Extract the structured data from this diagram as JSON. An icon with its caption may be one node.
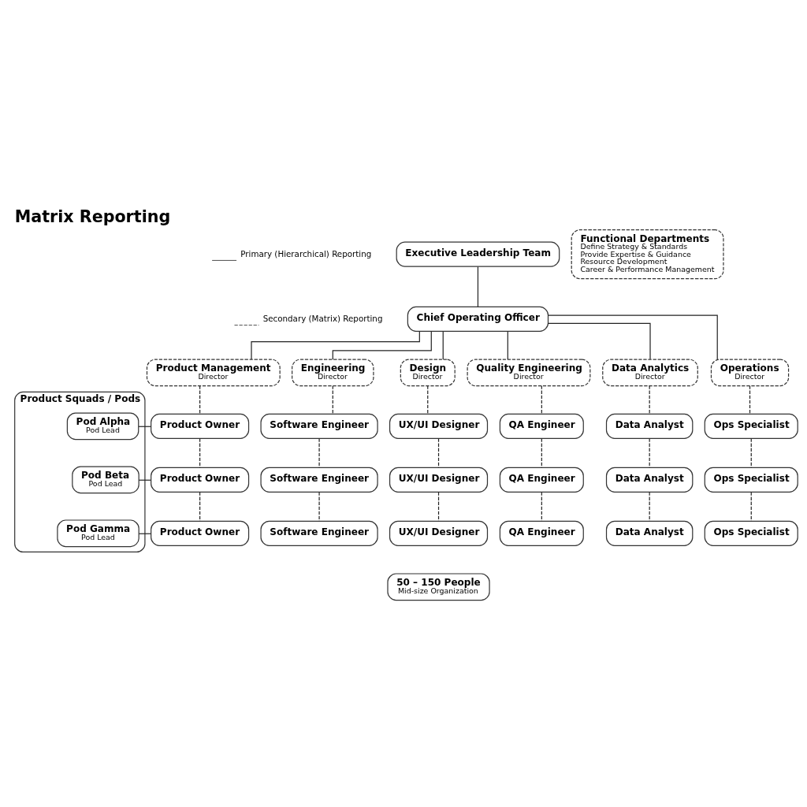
{
  "diagram": {
    "title": "Matrix Reporting",
    "nodes": [
      {
        "text": [
          "Executive Leadership Team"
        ]
      },
      {
        "text": [
          "Chief Operating Officer"
        ]
      },
      {
        "text": [
          "Functional Departments",
          "Define Strategy & Standards",
          "Provide Expertise & Guidance",
          "Resource Development",
          "Career & Performance Management"
        ]
      },
      {
        "text": [
          "Product Management",
          "Director"
        ]
      },
      {
        "text": [
          "Engineering",
          "Director"
        ]
      },
      {
        "text": [
          "Design",
          "Director"
        ]
      },
      {
        "text": [
          "Quality Engineering",
          "Director"
        ]
      },
      {
        "text": [
          "Data Analytics",
          "Director"
        ]
      },
      {
        "text": [
          "Operations",
          "Director"
        ]
      },
      {
        "text": [
          "Product Squads / Pods"
        ]
      },
      {
        "text": [
          "Pod Alpha",
          "Pod Lead"
        ],
        "in": 9
      },
      {
        "text": [
          "Pod Beta",
          "Pod Lead"
        ],
        "in": 9
      },
      {
        "text": [
          "Pod Gamma",
          "Pod Lead"
        ],
        "in": 9
      },
      {
        "text": [
          "Product Owner"
        ]
      },
      {
        "text": [
          "Software Engineer"
        ]
      },
      {
        "text": [
          "UX/UI Designer"
        ]
      },
      {
        "text": [
          "QA Engineer"
        ]
      },
      {
        "text": [
          "Data Analyst"
        ]
      },
      {
        "text": [
          "Ops Specialist"
        ]
      },
      {
        "text": [
          "Product Owner"
        ]
      },
      {
        "text": [
          "Software Engineer"
        ]
      },
      {
        "text": [
          "UX/UI Designer"
        ]
      },
      {
        "text": [
          "QA Engineer"
        ]
      },
      {
        "text": [
          "Data Analyst"
        ]
      },
      {
        "text": [
          "Ops Specialist"
        ]
      },
      {
        "text": [
          "Product Owner"
        ]
      },
      {
        "text": [
          "Software Engineer"
        ]
      },
      {
        "text": [
          "UX/UI Designer"
        ]
      },
      {
        "text": [
          "QA Engineer"
        ]
      },
      {
        "text": [
          "Data Analyst"
        ]
      },
      {
        "text": [
          "Ops Specialist"
        ]
      },
      {
        "text": [
          "50 – 150 People",
          "Mid-size Organization"
        ]
      }
    ],
    "edges": [
      {
        "from": 0,
        "to": 1,
        "arrow": "none"
      },
      {
        "from": 1,
        "to": 3,
        "arrow": "none"
      },
      {
        "from": 1,
        "to": 4,
        "arrow": "none"
      },
      {
        "from": 1,
        "to": 5,
        "arrow": "none"
      },
      {
        "from": 1,
        "to": 6,
        "arrow": "none"
      },
      {
        "from": 1,
        "to": 7,
        "arrow": "none"
      },
      {
        "from": 1,
        "to": 8,
        "arrow": "none"
      },
      {
        "from": 3,
        "to": 13,
        "arrow": "none",
        "style": "dashed"
      },
      {
        "from": 4,
        "to": 14,
        "arrow": "none",
        "style": "dashed"
      },
      {
        "from": 5,
        "to": 15,
        "arrow": "none",
        "style": "dashed"
      },
      {
        "from": 6,
        "to": 16,
        "arrow": "none",
        "style": "dashed"
      },
      {
        "from": 7,
        "to": 17,
        "arrow": "none",
        "style": "dashed"
      },
      {
        "from": 8,
        "to": 18,
        "arrow": "none",
        "style": "dashed"
      },
      {
        "from": 10,
        "to": 13,
        "arrow": "none"
      },
      {
        "from": 11,
        "to": 19,
        "arrow": "none"
      },
      {
        "from": 12,
        "to": 25,
        "arrow": "none"
      },
      {
        "from": 13,
        "to": 19,
        "arrow": "none",
        "style": "dashed"
      },
      {
        "from": 14,
        "to": 20,
        "arrow": "none",
        "style": "dashed"
      },
      {
        "from": 15,
        "to": 21,
        "arrow": "none",
        "style": "dashed"
      },
      {
        "from": 16,
        "to": 22,
        "arrow": "none",
        "style": "dashed"
      },
      {
        "from": 17,
        "to": 23,
        "arrow": "none",
        "style": "dashed"
      },
      {
        "from": 18,
        "to": 24,
        "arrow": "none",
        "style": "dashed"
      },
      {
        "from": 19,
        "to": 25,
        "arrow": "none",
        "style": "dashed"
      },
      {
        "from": 20,
        "to": 26,
        "arrow": "none",
        "style": "dashed"
      },
      {
        "from": 21,
        "to": 27,
        "arrow": "none",
        "style": "dashed"
      },
      {
        "from": 22,
        "to": 28,
        "arrow": "none",
        "style": "dashed"
      },
      {
        "from": 23,
        "to": 29,
        "arrow": "none",
        "style": "dashed"
      },
      {
        "from": 24,
        "to": 30,
        "arrow": "none",
        "style": "dashed"
      }
    ],
    "legend": [
      {
        "text": "Primary (Hierarchical) Reporting"
      },
      {
        "text": "Secondary (Matrix) Reporting"
      }
    ]
  }
}
